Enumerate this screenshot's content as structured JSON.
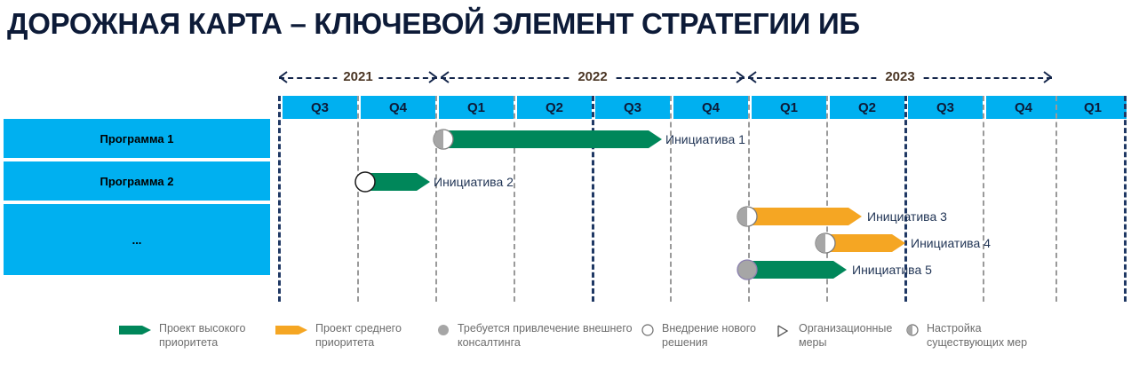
{
  "title": "ДОРОЖНАЯ КАРТА – КЛЮЧЕВОЙ ЭЛЕМЕНТ СТРАТЕГИИ ИБ",
  "colors": {
    "title": "#0d1b38",
    "quarter_cell": "#00B0F0",
    "program_box": "#00B0F0",
    "high_priority": "#00875A",
    "medium_priority": "#F5A623",
    "gridline": "#9a9a9a",
    "gridline_major": "#1f3864",
    "year_label": "#4a3524",
    "bar_label": "#1f3354",
    "legend_text": "#6d6d6d",
    "marker_gray": "#a6a6a6"
  },
  "timeline": {
    "years": [
      {
        "label": "2021",
        "quarters": [
          "Q3",
          "Q4"
        ]
      },
      {
        "label": "2022",
        "quarters": [
          "Q1",
          "Q2",
          "Q3",
          "Q4"
        ]
      },
      {
        "label": "2023",
        "quarters": [
          "Q1",
          "Q2",
          "Q3",
          "Q4"
        ]
      }
    ],
    "trailing_quarter": "Q1",
    "quarters_flat": [
      "Q3",
      "Q4",
      "Q1",
      "Q2",
      "Q3",
      "Q4",
      "Q1",
      "Q2",
      "Q3",
      "Q4",
      "Q1"
    ]
  },
  "programs": [
    {
      "label": "Программа 1"
    },
    {
      "label": "Программа 2"
    },
    {
      "label": "..."
    }
  ],
  "initiatives": [
    {
      "label": "Инициатива 1",
      "priority": "high",
      "marker": "half-filled-circle",
      "start_quarter": "2022-Q1",
      "end_quarter": "2022-Q3"
    },
    {
      "label": "Инициатива 2",
      "priority": "high",
      "marker": "hollow-circle",
      "start_quarter": "2021-Q4",
      "end_quarter": "2021-Q4"
    },
    {
      "label": "Инициатива 3",
      "priority": "medium",
      "marker": "half-filled-circle",
      "start_quarter": "2023-Q1",
      "end_quarter": "2023-Q2"
    },
    {
      "label": "Инициатива 4",
      "priority": "medium",
      "marker": "half-filled-circle",
      "start_quarter": "2023-Q2",
      "end_quarter": "2023-Q2"
    },
    {
      "label": "Инициатива 5",
      "priority": "high",
      "marker": "filled-circle",
      "start_quarter": "2023-Q1",
      "end_quarter": "2023-Q2"
    }
  ],
  "legend": [
    {
      "icon": "green-arrow-icon",
      "text": "Проект высокого\nприоритета"
    },
    {
      "icon": "orange-arrow-icon",
      "text": "Проект среднего\nприоритета"
    },
    {
      "icon": "filled-circle-icon",
      "text": "Требуется привлечение внешнего\nконсалтинга"
    },
    {
      "icon": "hollow-circle-icon",
      "text": "Внедрение нового\nрешения"
    },
    {
      "icon": "outline-arrow-icon",
      "text": "Организационные\nмеры"
    },
    {
      "icon": "half-filled-circle-icon",
      "text": "Настройка\nсуществующих мер"
    }
  ]
}
